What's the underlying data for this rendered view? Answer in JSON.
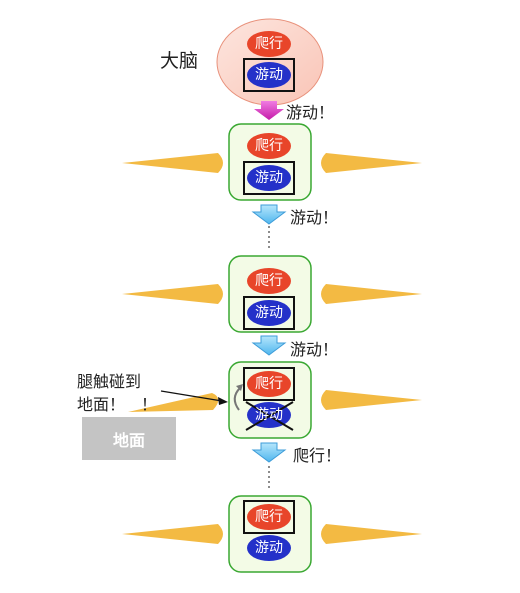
{
  "brain_label": "大脑",
  "segment_states": [
    {
      "crawl": "爬行",
      "swim": "游动",
      "active": "swim",
      "swim_crossed": false
    },
    {
      "crawl": "爬行",
      "swim": "游动",
      "active": "swim",
      "swim_crossed": false
    },
    {
      "crawl": "爬行",
      "swim": "游动",
      "active": "swim",
      "swim_crossed": false
    },
    {
      "crawl": "爬行",
      "swim": "游动",
      "active": "crawl",
      "swim_crossed": true
    },
    {
      "crawl": "爬行",
      "swim": "游动",
      "active": "crawl",
      "swim_crossed": false
    }
  ],
  "arrow_labels": [
    "游动！",
    "游动！",
    "游动！",
    "爬行！"
  ],
  "touch_note": "腿触碰到\n地面！　！",
  "ground_label": "地面",
  "colors": {
    "crawl_pill": "#e8452a",
    "swim_pill": "#2431c9",
    "brain_fill": "#fcd3c8",
    "segment_fill": "#f3fbe6",
    "segment_border": "#3aa832",
    "leg": "#f3ba43",
    "arrow_brain": "#e03ccc",
    "arrow_signal": "#7fd0f7"
  }
}
